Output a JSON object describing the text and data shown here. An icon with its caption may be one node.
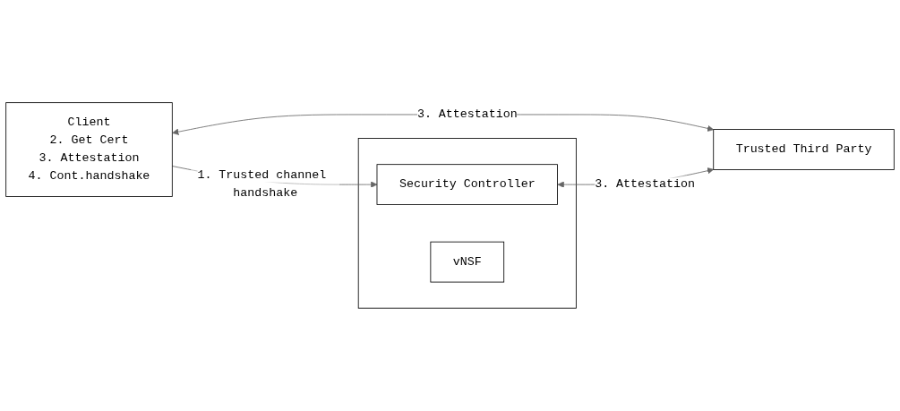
{
  "diagram": {
    "nodes": [
      {
        "text": [
          "Trusted Third Party"
        ]
      },
      {
        "text": [
          "Client",
          "2. Get Cert",
          "3. Attestation",
          "4. Cont.handshake"
        ]
      },
      {
        "text": [],
        "shape": "box"
      },
      {
        "text": [
          "Security Controller"
        ],
        "in": 2
      },
      {
        "text": [
          "vNSF"
        ],
        "in": 2
      }
    ],
    "edges": [
      {
        "from": 1,
        "to": 0,
        "label": "3. Attestation",
        "arrow": "both"
      },
      {
        "from": 3,
        "to": 0,
        "label": "3. Attestation",
        "arrow": "both"
      },
      {
        "from": 1,
        "to": 3,
        "label": "1. Trusted channel handshake",
        "arrow": "to"
      }
    ]
  }
}
